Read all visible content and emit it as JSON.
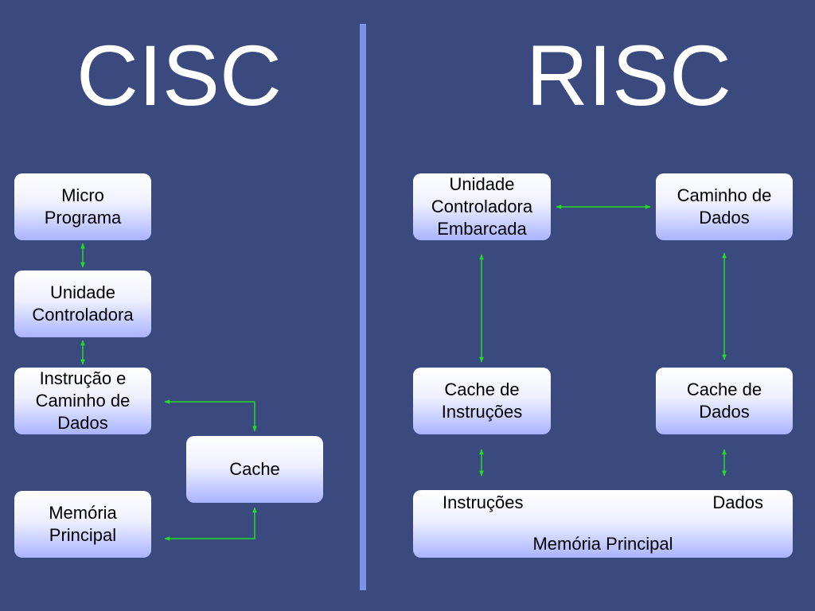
{
  "cisc": {
    "title": "CISC",
    "boxes": {
      "micro_programa": "Micro\nPrograma",
      "unidade_controladora": "Unidade\nControladora",
      "instrucao_caminho": "Instrução e\nCaminho de\nDados",
      "cache": "Cache",
      "memoria_principal": "Memória\nPrincipal"
    }
  },
  "risc": {
    "title": "RISC",
    "boxes": {
      "unidade_controladora_embarcada": "Unidade\nControladora\nEmbarcada",
      "caminho_de_dados": "Caminho de\nDados",
      "cache_de_instrucoes": "Cache de\nInstruções",
      "cache_de_dados": "Cache de\nDados"
    },
    "memoria": {
      "instrucoes_label": "Instruções",
      "dados_label": "Dados",
      "title": "Memória Principal"
    }
  },
  "colors": {
    "background": "#3b4a7e",
    "divider": "#7b93e6",
    "arrow": "#22dd22"
  }
}
